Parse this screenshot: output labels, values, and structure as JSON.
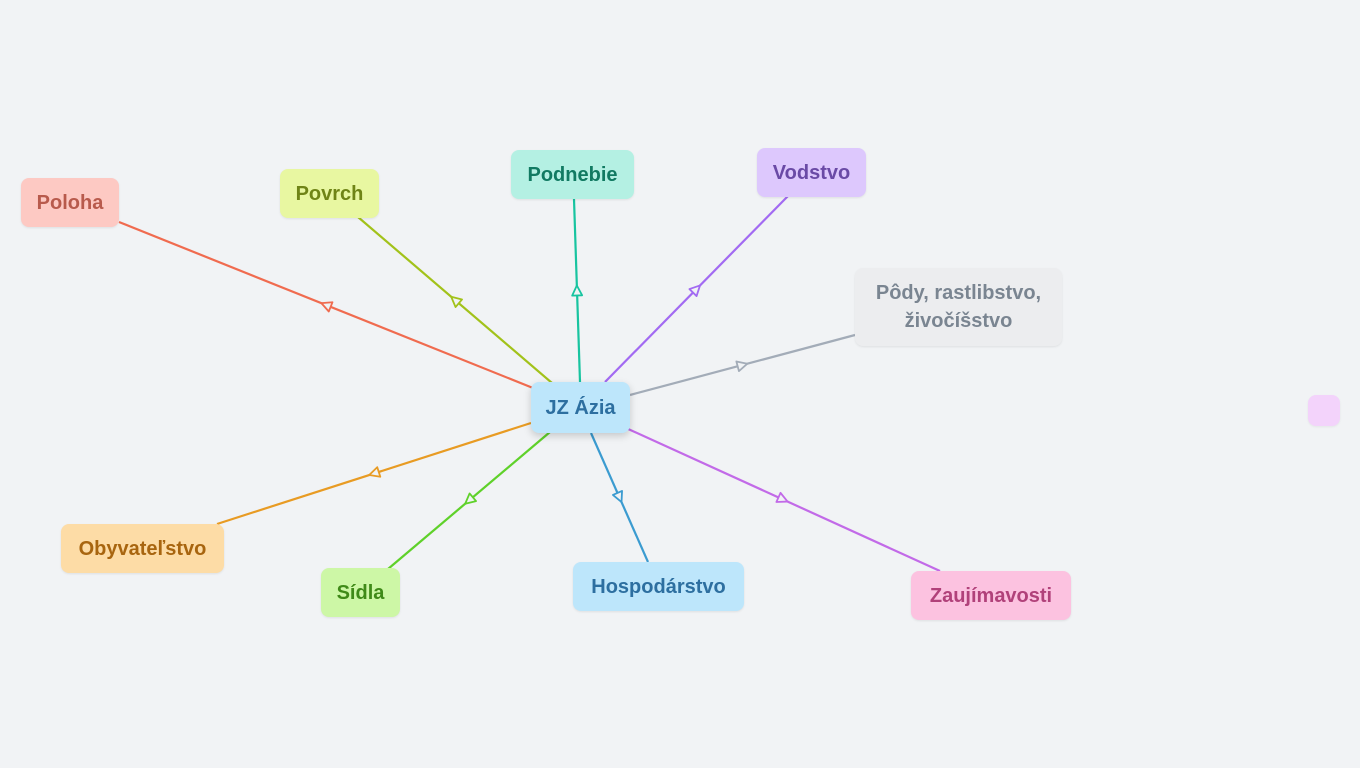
{
  "map": {
    "center": {
      "label": "JZ Ázia",
      "bg": "#bde6fb",
      "color": "#2d6fa0"
    },
    "branches": [
      {
        "id": "poloha",
        "label": "Poloha",
        "bg": "#fdc9c3",
        "color": "#b85a4c",
        "edge": "#f06b4f"
      },
      {
        "id": "povrch",
        "label": "Povrch",
        "bg": "#e8f7a1",
        "color": "#6f8416",
        "edge": "#a2c21a"
      },
      {
        "id": "podnebie",
        "label": "Podnebie",
        "bg": "#b4f0e3",
        "color": "#117a62",
        "edge": "#18c4a0"
      },
      {
        "id": "vodstvo",
        "label": "Vodstvo",
        "bg": "#ddc8fd",
        "color": "#6a4aa6",
        "edge": "#a26af2"
      },
      {
        "id": "pody",
        "label": "Pôdy, rastlibstvo, živočíšstvo",
        "bg": "#ecedef",
        "color": "#7a8591",
        "edge": "#a3acb8"
      },
      {
        "id": "obyv",
        "label": "Obyvateľstvo",
        "bg": "#fddca6",
        "color": "#a8650f",
        "edge": "#e89b23"
      },
      {
        "id": "sidla",
        "label": "Sídla",
        "bg": "#cdf7a6",
        "color": "#3f8a18",
        "edge": "#5fd12a"
      },
      {
        "id": "hosp",
        "label": "Hospodárstvo",
        "bg": "#bde6fb",
        "color": "#2d6fa0",
        "edge": "#3b9bd0"
      },
      {
        "id": "zauj",
        "label": "Zaujímavosti",
        "bg": "#fcc2e0",
        "color": "#b1417a",
        "edge": "#c26ae8"
      }
    ],
    "extra_node": {
      "label": "",
      "bg": "#f3d3fb"
    }
  }
}
